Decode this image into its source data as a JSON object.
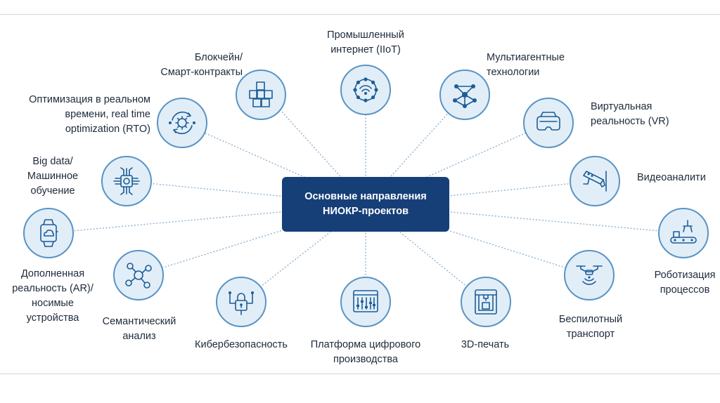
{
  "center": {
    "text": "Основные направления\nНИОКР-проектов"
  },
  "nodes": {
    "iiot": {
      "label": "Промышленный\nинтернет (IIoT)",
      "icon": "iot-network-icon"
    },
    "blockchain": {
      "label": "Блокчейн/\nСмарт-контракты",
      "icon": "blockchain-cubes-icon"
    },
    "multiagent": {
      "label": "Мультиагентные\nтехнологии",
      "icon": "multiagent-network-icon"
    },
    "rto": {
      "label": "Оптимизация в реальном\nвремени, real time\noptimization (RTO)",
      "icon": "gear-cycle-icon"
    },
    "vr": {
      "label": "Виртуальная\nреальность (VR)",
      "icon": "vr-headset-icon"
    },
    "bigdata": {
      "label": "Big data/\nМашинное\nобучение",
      "icon": "chip-brain-icon"
    },
    "video": {
      "label": "Видеоаналити",
      "icon": "cctv-camera-icon"
    },
    "ar": {
      "label": "Дополненная\nреальность (AR)/\nносимые\nустройства",
      "icon": "smartwatch-icon"
    },
    "robot": {
      "label": "Роботизация\nпроцессов",
      "icon": "robot-arm-conveyor-icon"
    },
    "semantic": {
      "label": "Семантический\nанализ",
      "icon": "semantic-graph-icon"
    },
    "cyber": {
      "label": "Кибербезопасность",
      "icon": "padlock-circuit-icon"
    },
    "platform": {
      "label": "Платформа цифрового\nпроизводства",
      "icon": "platform-sliders-icon"
    },
    "printing": {
      "label": "3D-печать",
      "icon": "3d-printer-icon"
    },
    "drone": {
      "label": "Беспилотный\nтранспорт",
      "icon": "drone-icon"
    }
  },
  "colors": {
    "center": "#163f78",
    "node_fill": "#e1eef8",
    "node_stroke": "#5a94c4",
    "icon": "#1e5d96",
    "spokes": "#8fb2cf"
  }
}
